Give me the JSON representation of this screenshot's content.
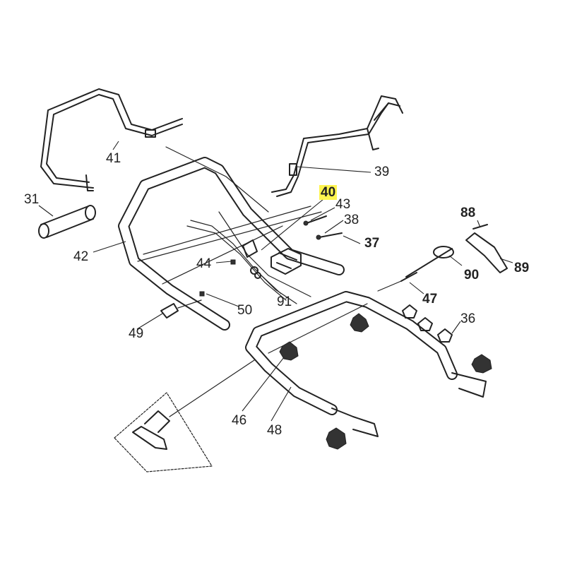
{
  "diagram": {
    "highlight_color": "#fff44f",
    "callouts": [
      {
        "id": "c31",
        "label": "31"
      },
      {
        "id": "c41",
        "label": "41"
      },
      {
        "id": "c42",
        "label": "42"
      },
      {
        "id": "c39",
        "label": "39"
      },
      {
        "id": "c40",
        "label": "40",
        "highlighted": true
      },
      {
        "id": "c43",
        "label": "43"
      },
      {
        "id": "c38",
        "label": "38"
      },
      {
        "id": "c37",
        "label": "37"
      },
      {
        "id": "c88",
        "label": "88"
      },
      {
        "id": "c89",
        "label": "89"
      },
      {
        "id": "c90",
        "label": "90"
      },
      {
        "id": "c44",
        "label": "44"
      },
      {
        "id": "c91",
        "label": "91"
      },
      {
        "id": "c50",
        "label": "50"
      },
      {
        "id": "c49",
        "label": "49"
      },
      {
        "id": "c47",
        "label": "47"
      },
      {
        "id": "c36",
        "label": "36"
      },
      {
        "id": "c46",
        "label": "46"
      },
      {
        "id": "c48",
        "label": "48"
      }
    ]
  }
}
